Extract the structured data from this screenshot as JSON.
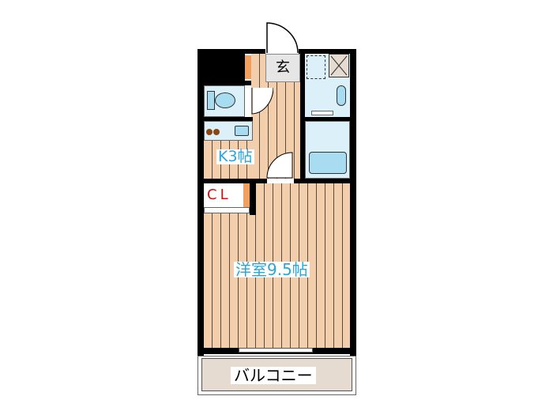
{
  "floor_plan": {
    "rooms": {
      "entrance": {
        "label": "玄"
      },
      "kitchen": {
        "label": "K3帖"
      },
      "closet": {
        "label": "CL"
      },
      "western_room": {
        "label": "洋室9.5帖"
      },
      "balcony": {
        "label": "バルコニー"
      }
    },
    "colors": {
      "wall": "#000000",
      "flooring": "#f2ceac",
      "wet_area": "#dcf0fa",
      "fixture": "#a8dcf0",
      "label_blue": "#2aa6d8",
      "label_red": "#d01010",
      "accent_orange": "#f0a060"
    }
  }
}
